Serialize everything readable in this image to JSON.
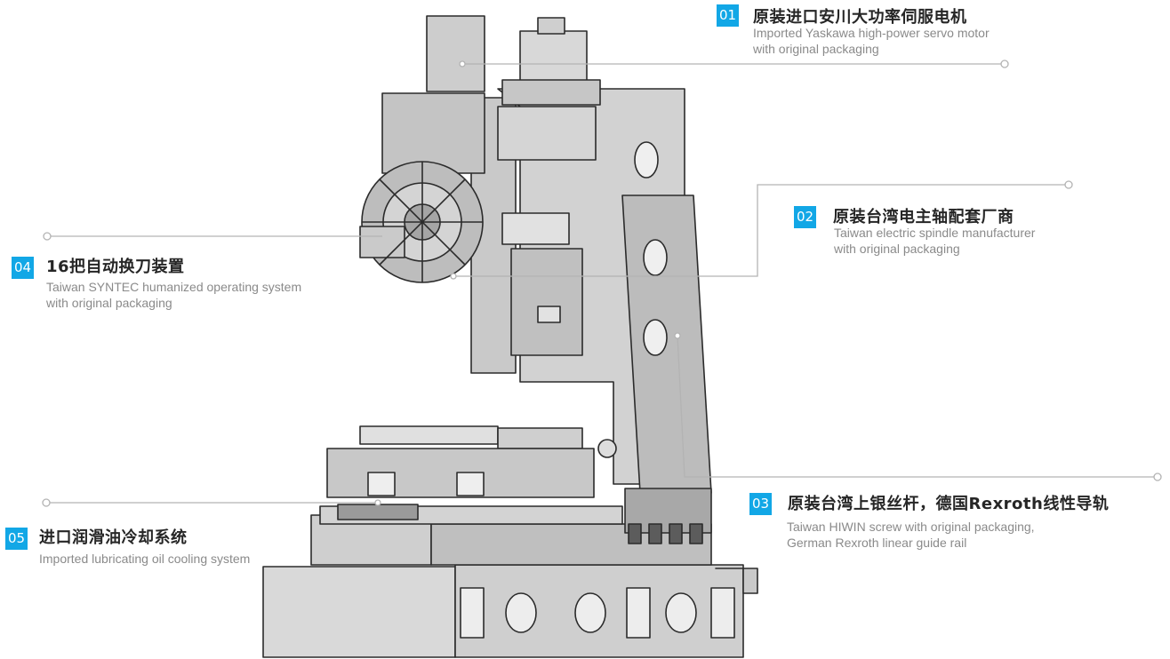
{
  "colors": {
    "badge": "#12a7e6",
    "leader": "#b3b3b3",
    "machine_body": "#d6d6d6",
    "machine_dark": "#9c9c9c",
    "outline": "#2b2b2b"
  },
  "callouts": [
    {
      "number": "01",
      "title": "原装进口安川大功率伺服电机",
      "desc_line1": "Imported Yaskawa high-power servo motor",
      "desc_line2": "with original packaging"
    },
    {
      "number": "02",
      "title": "原装台湾电主轴配套厂商",
      "desc_line1": "Taiwan electric spindle manufacturer",
      "desc_line2": "with original packaging"
    },
    {
      "number": "03",
      "title": "原装台湾上银丝杆，德国Rexroth线性导轨",
      "desc_line1": "Taiwan HIWIN screw with original packaging,",
      "desc_line2": "German Rexroth linear guide rail"
    },
    {
      "number": "04",
      "title": "16把自动换刀装置",
      "desc_line1": "Taiwan SYNTEC humanized operating system",
      "desc_line2": "with original packaging"
    },
    {
      "number": "05",
      "title": "进口润滑油冷却系统",
      "desc_line1": "Imported lubricating oil cooling system",
      "desc_line2": ""
    }
  ]
}
